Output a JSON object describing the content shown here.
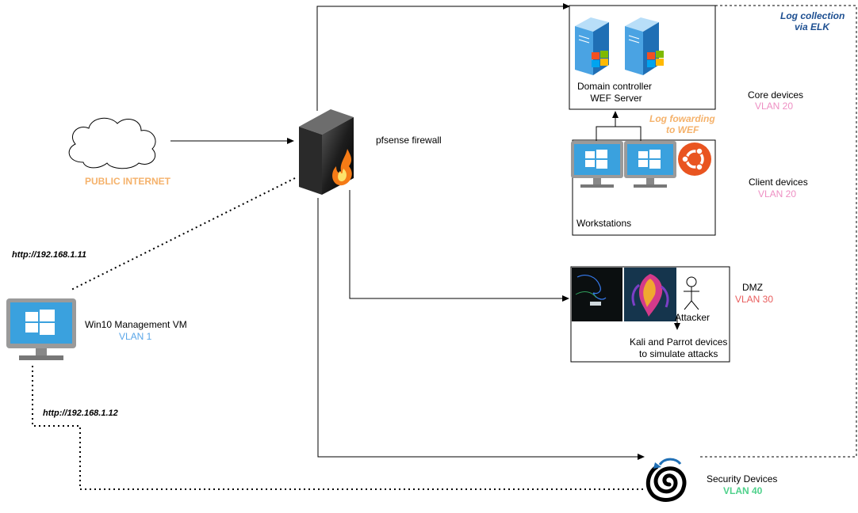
{
  "labels": {
    "public_internet": "PUBLIC INTERNET",
    "pfsense": "pfsense firewall",
    "dc_line1": "Domain controller",
    "dc_line2": "WEF Server",
    "log_collection_1": "Log collection",
    "log_collection_2": "via ELK",
    "core_devices": "Core devices",
    "core_vlan": "VLAN 20",
    "log_forwarding_1": "Log fowarding",
    "log_forwarding_2": "to WEF",
    "client_devices": "Client devices",
    "client_vlan": "VLAN 20",
    "workstations": "Workstations",
    "dmz": "DMZ",
    "dmz_vlan": "VLAN 30",
    "attacker": "Attacker",
    "kali_line1": "Kali and Parrot devices",
    "kali_line2": "to simulate attacks",
    "url_1": "http://192.168.1.11",
    "url_2": "http://192.168.1.12",
    "win10_label": "Win10 Management VM",
    "win10_vlan": "VLAN 1",
    "security_devices": "Security Devices",
    "security_vlan": "VLAN 40"
  },
  "colors": {
    "orange": "#f5b26b",
    "pink": "#ee8fc3",
    "red": "#e85c5c",
    "blue": "#5aa6e8",
    "green": "#4fd18b",
    "navy": "#1d4f91",
    "windows_blue": "#3aa1de"
  },
  "icons": [
    "cloud-icon",
    "firewall-icon",
    "server-icon",
    "windows-monitor-icon",
    "ubuntu-icon",
    "kali-icon",
    "parrot-icon",
    "attacker-icon",
    "wazuh-icon"
  ]
}
